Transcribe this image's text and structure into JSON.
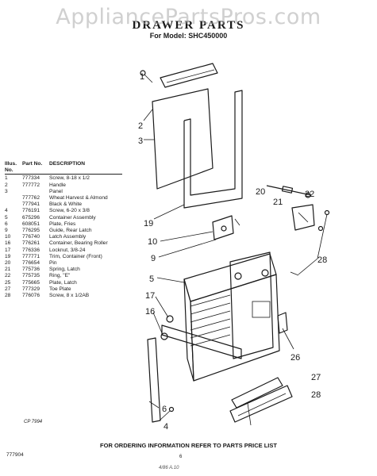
{
  "watermark": "AppliancePartsPros.com",
  "title": "DRAWER PARTS",
  "model": "For Model: SHC450000",
  "table": {
    "headers": {
      "illus": "Illus. No.",
      "part": "Part No.",
      "desc": "DESCRIPTION"
    },
    "rows": [
      {
        "illus": "1",
        "part": "777334",
        "desc": "Screw, 8-18 x 1/2"
      },
      {
        "illus": "2",
        "part": "777772",
        "desc": "Handle"
      },
      {
        "illus": "3",
        "part": "",
        "desc": "Panel"
      },
      {
        "illus": "",
        "part": "777762",
        "desc": "Wheat Harvest & Almond"
      },
      {
        "illus": "",
        "part": "777941",
        "desc": "Black & White"
      },
      {
        "illus": "4",
        "part": "776191",
        "desc": "Screw, 6-20 x 3/8"
      },
      {
        "illus": "5",
        "part": "675296",
        "desc": "Container Assembly"
      },
      {
        "illus": "6",
        "part": "608051",
        "desc": "Plate, Fries"
      },
      {
        "illus": "9",
        "part": "776295",
        "desc": "Guide, Rear Latch"
      },
      {
        "illus": "10",
        "part": "776740",
        "desc": "Latch Assembly"
      },
      {
        "illus": "16",
        "part": "776261",
        "desc": "Container, Bearing Roller"
      },
      {
        "illus": "17",
        "part": "776336",
        "desc": "Locknut, 3/8-24"
      },
      {
        "illus": "19",
        "part": "777771",
        "desc": "Trim, Container (Front)"
      },
      {
        "illus": "20",
        "part": "776654",
        "desc": "Pin"
      },
      {
        "illus": "21",
        "part": "775736",
        "desc": "Spring, Latch"
      },
      {
        "illus": "22",
        "part": "775735",
        "desc": "Ring, \"E\""
      },
      {
        "illus": "25",
        "part": "775665",
        "desc": "Plate, Latch"
      },
      {
        "illus": "27",
        "part": "777329",
        "desc": "Toe Plate"
      },
      {
        "illus": "28",
        "part": "776076",
        "desc": "Screw, 8 x 1/2AB"
      }
    ]
  },
  "callouts": {
    "c1": "1",
    "c2": "2",
    "c3": "3",
    "c19": "19",
    "c20": "20",
    "c21": "21",
    "c22": "22",
    "c10": "10",
    "c9": "9",
    "c28a": "28",
    "c5": "5",
    "c17": "17",
    "c16": "16",
    "c26": "26",
    "c27": "27",
    "c28b": "28",
    "c6": "6",
    "c4": "4"
  },
  "footer": {
    "cp": "CP 7994",
    "order_note": "FOR ORDERING INFORMATION REFER TO PARTS PRICE LIST",
    "doc_number": "777904",
    "page": "6",
    "scribble": "4/86 A.10"
  }
}
